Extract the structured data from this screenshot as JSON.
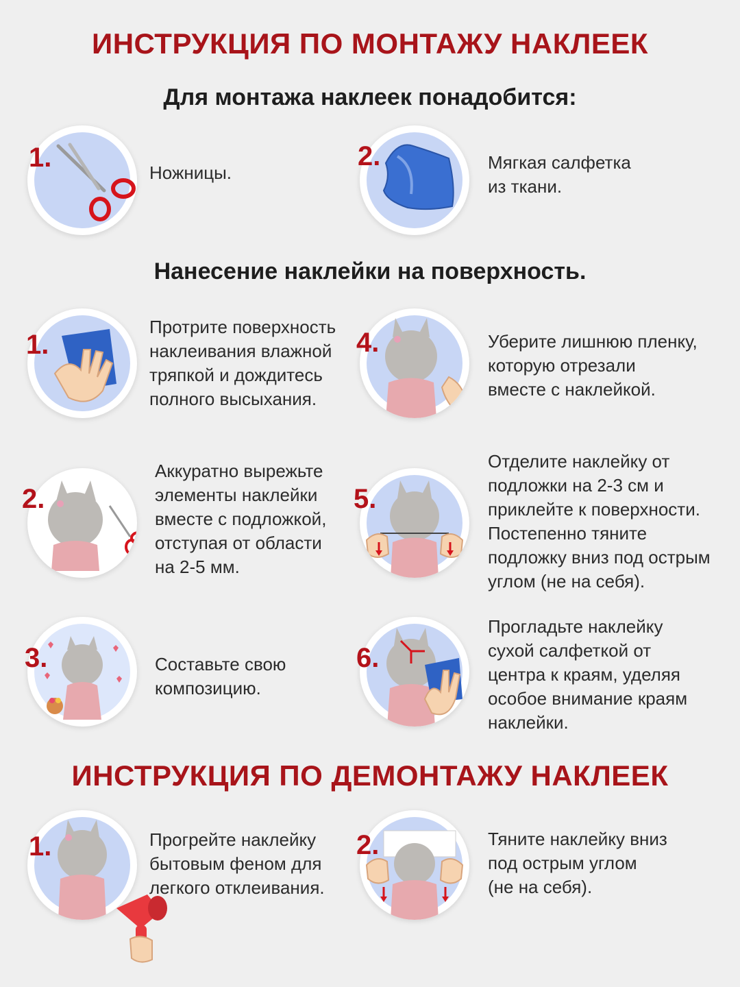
{
  "header": {
    "title": "ИНСТРУКЦИЯ ПО МОНТАЖУ НАКЛЕЕК",
    "tools_heading": "Для монтажа наклеек понадобится:"
  },
  "tools": [
    {
      "number": "1.",
      "text": "Ножницы.",
      "icon": "scissors-icon"
    },
    {
      "number": "2.",
      "text": "Мягкая салфетка\nиз ткани.",
      "icon": "cloth-icon"
    }
  ],
  "application": {
    "heading": "Нанесение наклейки на поверхность.",
    "steps": [
      {
        "number": "1.",
        "text": "Протрите поверхность\nнаклеивания влажной\nтряпкой и дождитесь\nполного высыхания.",
        "icon": "wipe-hand-icon"
      },
      {
        "number": "2.",
        "text": "Аккуратно вырежьте\nэлементы наклейки\nвместе с подложкой,\nотступая от области\nна 2-5 мм.",
        "icon": "cut-sticker-icon"
      },
      {
        "number": "3.",
        "text": "Составьте свою\nкомпозицию.",
        "icon": "composition-icon"
      },
      {
        "number": "4.",
        "text": "Уберите лишнюю пленку,\nкоторую отрезали\nвместе с наклейкой.",
        "icon": "remove-film-icon"
      },
      {
        "number": "5.",
        "text": "Отделите наклейку от\nподложки на 2-3 см и\nприклейте к поверхности.\nПостепенно тяните\nподложку вниз под острым\nуглом (не на себя).",
        "icon": "peel-backing-icon"
      },
      {
        "number": "6.",
        "text": "Прогладьте наклейку\nсухой салфеткой от\nцентра к краям, уделяя\nособое внимание краям\nнаклейки.",
        "icon": "smooth-hand-icon"
      }
    ]
  },
  "removal": {
    "title": "ИНСТРУКЦИЯ ПО ДЕМОНТАЖУ НАКЛЕЕК",
    "steps": [
      {
        "number": "1.",
        "text": "Прогрейте наклейку\nбытовым феном для\nлегкого отклеивания.",
        "icon": "hair-dryer-icon"
      },
      {
        "number": "2.",
        "text": "Тяните наклейку вниз\nпод острым углом\n(не на себя).",
        "icon": "pull-down-icon"
      }
    ]
  },
  "colors": {
    "accent_red": "#a8141a",
    "circle_fill": "#c8d6f5",
    "background": "#efefef"
  }
}
